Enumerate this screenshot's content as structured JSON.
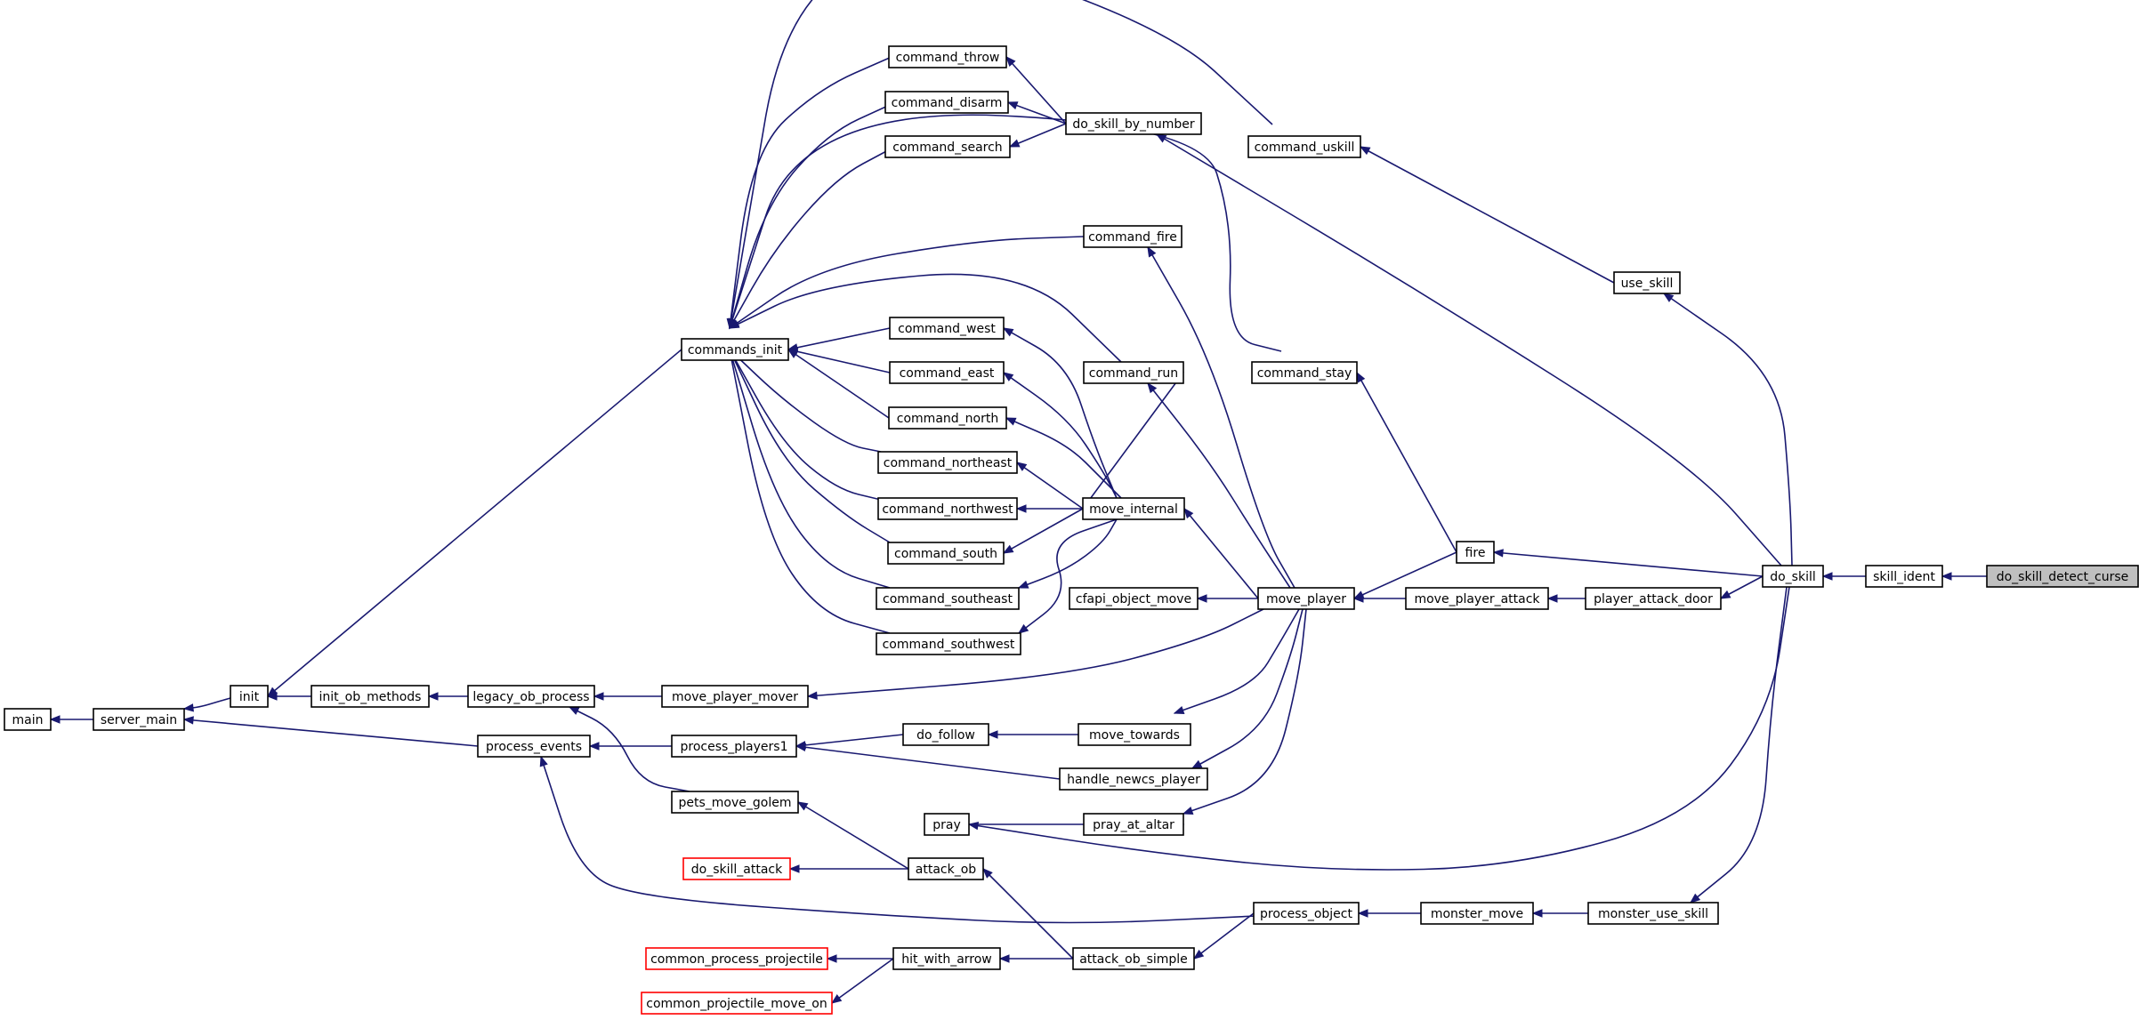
{
  "graph": {
    "direction": "right-to-left",
    "colors": {
      "edge": "#191970",
      "node_border": "#000000",
      "external_border": "#ff0000",
      "root_fill": "#bfbfbf",
      "background": "#ffffff"
    },
    "nodes": {
      "do_skill_detect_curse": {
        "label": "do_skill_detect_curse",
        "kind": "root"
      },
      "skill_ident": {
        "label": "skill_ident"
      },
      "do_skill": {
        "label": "do_skill"
      },
      "use_skill": {
        "label": "use_skill"
      },
      "player_attack_door": {
        "label": "player_attack_door"
      },
      "monster_use_skill": {
        "label": "monster_use_skill"
      },
      "fire": {
        "label": "fire"
      },
      "command_uskill": {
        "label": "command_uskill"
      },
      "move_player_attack": {
        "label": "move_player_attack"
      },
      "monster_move": {
        "label": "monster_move"
      },
      "command_stay": {
        "label": "command_stay"
      },
      "do_skill_by_number": {
        "label": "do_skill_by_number"
      },
      "move_player": {
        "label": "move_player"
      },
      "process_object": {
        "label": "process_object"
      },
      "command_fire": {
        "label": "command_fire"
      },
      "command_run": {
        "label": "command_run"
      },
      "move_internal": {
        "label": "move_internal"
      },
      "cfapi_object_move": {
        "label": "cfapi_object_move"
      },
      "move_towards": {
        "label": "move_towards"
      },
      "handle_newcs_player": {
        "label": "handle_newcs_player"
      },
      "pray_at_altar": {
        "label": "pray_at_altar"
      },
      "attack_ob_simple": {
        "label": "attack_ob_simple"
      },
      "command_throw": {
        "label": "command_throw"
      },
      "command_disarm": {
        "label": "command_disarm"
      },
      "command_search": {
        "label": "command_search"
      },
      "command_west": {
        "label": "command_west"
      },
      "command_east": {
        "label": "command_east"
      },
      "command_north": {
        "label": "command_north"
      },
      "command_northeast": {
        "label": "command_northeast"
      },
      "command_northwest": {
        "label": "command_northwest"
      },
      "command_south": {
        "label": "command_south"
      },
      "command_southeast": {
        "label": "command_southeast"
      },
      "command_southwest": {
        "label": "command_southwest"
      },
      "move_player_mover": {
        "label": "move_player_mover"
      },
      "do_follow": {
        "label": "do_follow"
      },
      "pray": {
        "label": "pray"
      },
      "attack_ob": {
        "label": "attack_ob"
      },
      "hit_with_arrow": {
        "label": "hit_with_arrow"
      },
      "commands_init": {
        "label": "commands_init"
      },
      "process_players1": {
        "label": "process_players1"
      },
      "pets_move_golem": {
        "label": "pets_move_golem"
      },
      "do_skill_attack": {
        "label": "do_skill_attack",
        "kind": "external"
      },
      "common_process_projectile": {
        "label": "common_process_projectile",
        "kind": "external"
      },
      "common_projectile_move_on": {
        "label": "common_projectile_move_on",
        "kind": "external"
      },
      "legacy_ob_process": {
        "label": "legacy_ob_process"
      },
      "process_events": {
        "label": "process_events"
      },
      "init_ob_methods": {
        "label": "init_ob_methods"
      },
      "init": {
        "label": "init"
      },
      "server_main": {
        "label": "server_main"
      },
      "main": {
        "label": "main"
      }
    },
    "edges": [
      [
        "skill_ident",
        "do_skill_detect_curse"
      ],
      [
        "do_skill",
        "skill_ident"
      ],
      [
        "use_skill",
        "do_skill"
      ],
      [
        "command_uskill",
        "use_skill"
      ],
      [
        "commands_init",
        "command_uskill"
      ],
      [
        "do_skill_by_number",
        "do_skill"
      ],
      [
        "command_throw",
        "do_skill_by_number"
      ],
      [
        "command_disarm",
        "do_skill_by_number"
      ],
      [
        "command_search",
        "do_skill_by_number"
      ],
      [
        "fire",
        "do_skill"
      ],
      [
        "move_player",
        "fire"
      ],
      [
        "command_stay",
        "fire"
      ],
      [
        "commands_init",
        "command_stay"
      ],
      [
        "player_attack_door",
        "do_skill"
      ],
      [
        "move_player_attack",
        "player_attack_door"
      ],
      [
        "move_player",
        "move_player_attack"
      ],
      [
        "pray",
        "do_skill"
      ],
      [
        "monster_use_skill",
        "do_skill"
      ],
      [
        "monster_move",
        "monster_use_skill"
      ],
      [
        "process_object",
        "monster_move"
      ],
      [
        "attack_ob_simple",
        "process_object"
      ],
      [
        "process_events",
        "process_object"
      ],
      [
        "command_fire",
        "move_player"
      ],
      [
        "command_run",
        "move_player"
      ],
      [
        "move_internal",
        "move_player"
      ],
      [
        "cfapi_object_move",
        "move_player"
      ],
      [
        "move_towards",
        "move_player"
      ],
      [
        "handle_newcs_player",
        "move_player"
      ],
      [
        "pray_at_altar",
        "move_player"
      ],
      [
        "move_player_mover",
        "move_player"
      ],
      [
        "commands_init",
        "command_fire"
      ],
      [
        "commands_init",
        "command_run"
      ],
      [
        "command_run",
        "move_internal"
      ],
      [
        "command_west",
        "move_internal"
      ],
      [
        "command_east",
        "move_internal"
      ],
      [
        "command_north",
        "move_internal"
      ],
      [
        "command_northeast",
        "move_internal"
      ],
      [
        "command_northwest",
        "move_internal"
      ],
      [
        "command_south",
        "move_internal"
      ],
      [
        "command_southeast",
        "move_internal"
      ],
      [
        "command_southwest",
        "move_internal"
      ],
      [
        "commands_init",
        "command_throw"
      ],
      [
        "commands_init",
        "command_disarm"
      ],
      [
        "commands_init",
        "command_search"
      ],
      [
        "commands_init",
        "command_west"
      ],
      [
        "commands_init",
        "command_east"
      ],
      [
        "commands_init",
        "command_north"
      ],
      [
        "commands_init",
        "command_northeast"
      ],
      [
        "commands_init",
        "command_northwest"
      ],
      [
        "commands_init",
        "command_south"
      ],
      [
        "commands_init",
        "command_southeast"
      ],
      [
        "commands_init",
        "command_southwest"
      ],
      [
        "do_follow",
        "move_towards"
      ],
      [
        "process_players1",
        "do_follow"
      ],
      [
        "process_players1",
        "handle_newcs_player"
      ],
      [
        "pray_at_altar",
        "pray"
      ],
      [
        "attack_ob",
        "attack_ob_simple"
      ],
      [
        "hit_with_arrow",
        "attack_ob_simple"
      ],
      [
        "pets_move_golem",
        "attack_ob"
      ],
      [
        "do_skill_attack",
        "attack_ob"
      ],
      [
        "common_process_projectile",
        "hit_with_arrow"
      ],
      [
        "common_projectile_move_on",
        "hit_with_arrow"
      ],
      [
        "legacy_ob_process",
        "move_player_mover"
      ],
      [
        "legacy_ob_process",
        "pets_move_golem"
      ],
      [
        "process_events",
        "process_players1"
      ],
      [
        "init_ob_methods",
        "legacy_ob_process"
      ],
      [
        "init",
        "init_ob_methods"
      ],
      [
        "init",
        "commands_init"
      ],
      [
        "server_main",
        "init"
      ],
      [
        "server_main",
        "process_events"
      ],
      [
        "main",
        "server_main"
      ]
    ]
  }
}
